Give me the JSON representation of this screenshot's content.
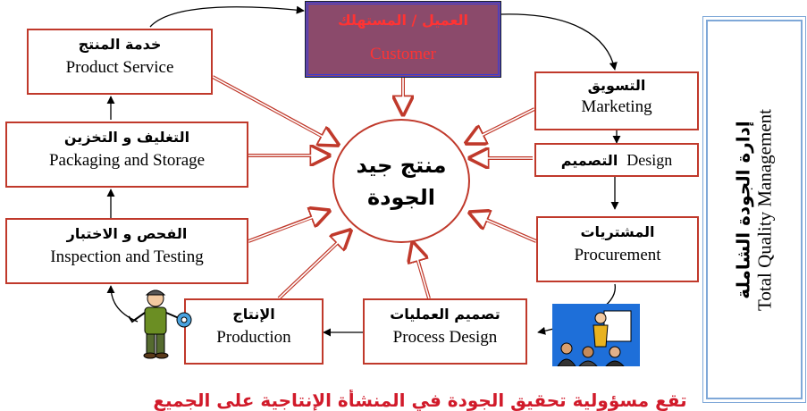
{
  "center": {
    "line1": "منتج جيد",
    "line2": "الجودة"
  },
  "customer": {
    "ar": "العميل / المستهلك",
    "en": "Customer"
  },
  "left_boxes": [
    {
      "key": "product-service",
      "ar": "خدمة المنتج",
      "en": "Product Service"
    },
    {
      "key": "packaging-storage",
      "ar": "التغليف و التخزين",
      "en": "Packaging and Storage"
    },
    {
      "key": "inspection-testing",
      "ar": "الفحص و الاختبار",
      "en": "Inspection and Testing"
    }
  ],
  "right_boxes": [
    {
      "key": "marketing",
      "ar": "التسويق",
      "en": "Marketing"
    },
    {
      "key": "design",
      "ar": "التصميم",
      "en": "Design"
    },
    {
      "key": "procurement",
      "ar": "المشتريات",
      "en": "Procurement"
    }
  ],
  "bottom_boxes": [
    {
      "key": "process-design",
      "ar": "تصميم العمليات",
      "en": "Process Design"
    },
    {
      "key": "production",
      "ar": "الإنتاج",
      "en": "Production"
    }
  ],
  "tqm": {
    "ar": "إدارة الجودة الشاملة",
    "en": "Total Quality Management"
  },
  "bottom_note": "تقع مسؤولية تحقيق الجودة في المنشأة الإنتاجية على الجميع",
  "colors": {
    "accent": "#c0392b",
    "customer_fill": "#8b4a6b",
    "customer_text": "#ff3333",
    "tqm_border": "#7fa8d8",
    "note_text": "#d11a2a"
  }
}
